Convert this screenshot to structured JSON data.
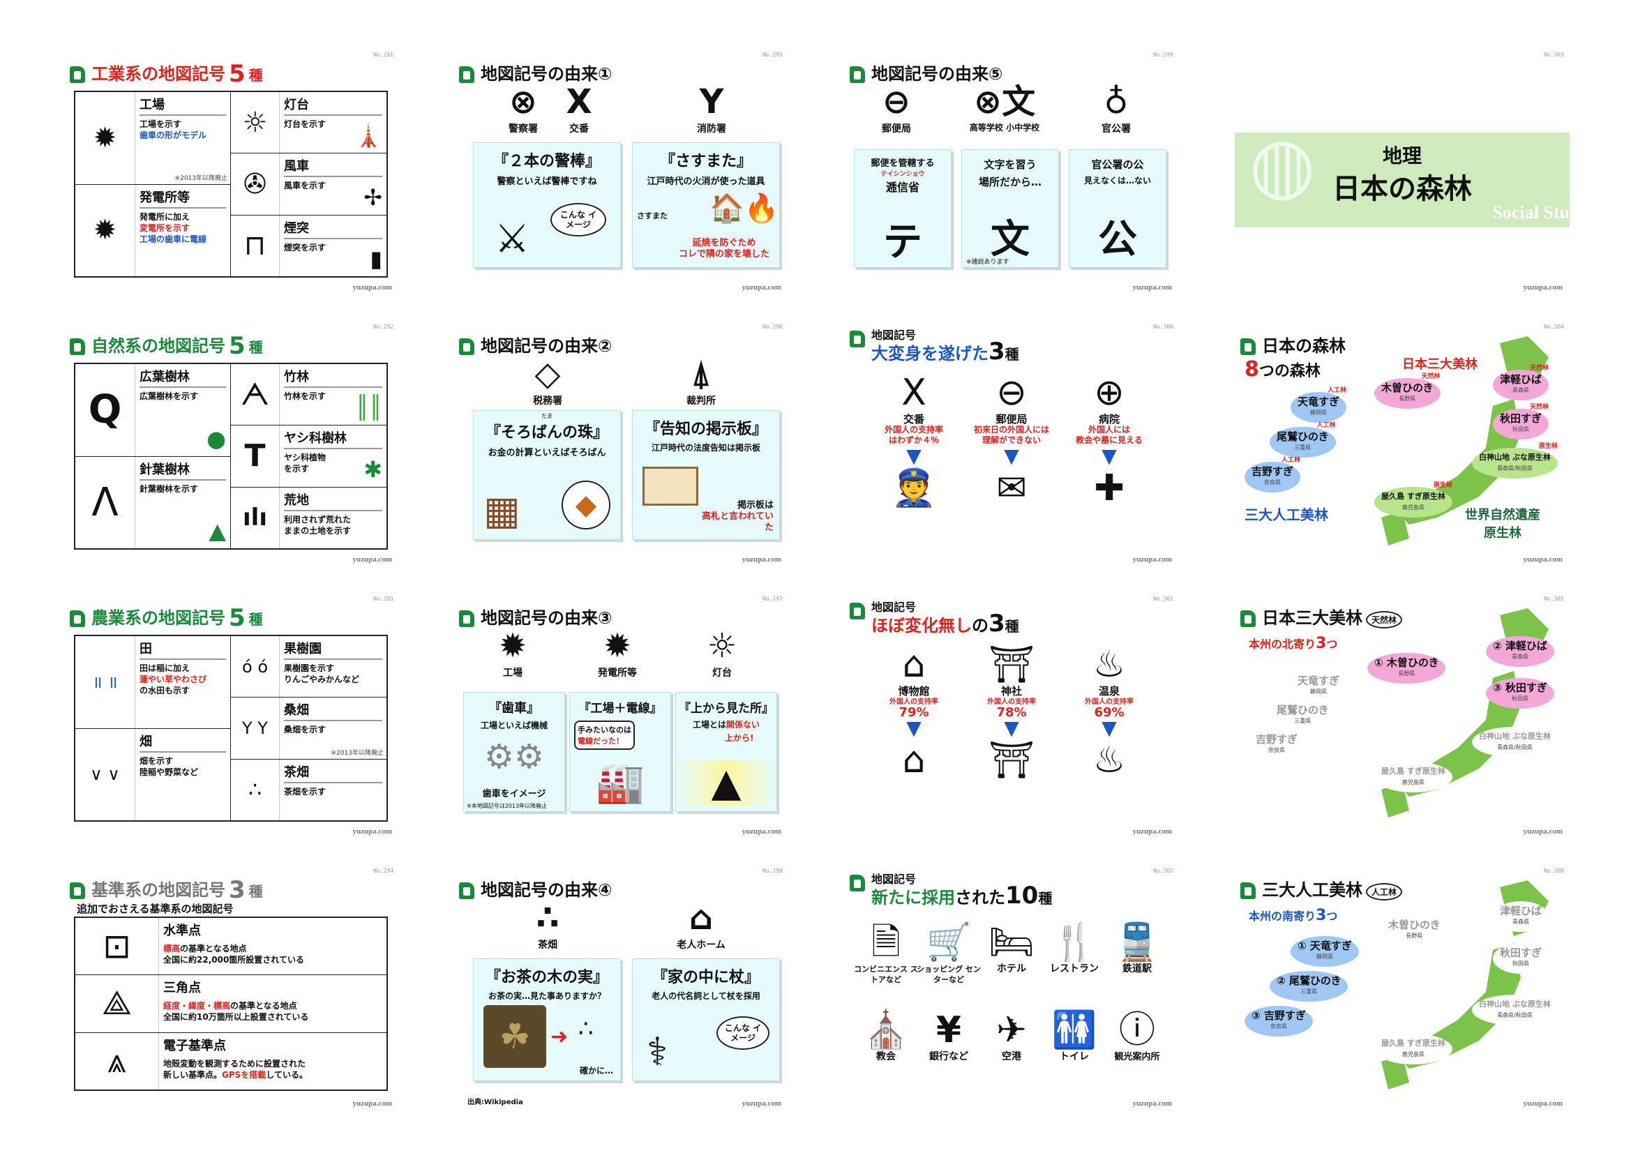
{
  "footer": "yuzupa.com",
  "c1": {
    "no": "No.291",
    "t1": "工業系の地図記号",
    "t2": "5",
    "t3": "種",
    "items": [
      {
        "name": "工場",
        "desc": "工場を示す",
        "desc2": "歯車の形がモデル",
        "note": "※2013年以降廃止",
        "sym": "✹"
      },
      {
        "name": "発電所等",
        "desc": "発電所に加え",
        "desc2": "変電所を示す",
        "desc3": "工場の歯車に電線",
        "sym": "✹"
      },
      {
        "name": "灯台",
        "desc": "灯台を示す",
        "sym": "☼"
      },
      {
        "name": "風車",
        "desc": "風車を示す",
        "sym": "✇"
      },
      {
        "name": "煙突",
        "desc": "煙突を示す",
        "sym": "⊓"
      }
    ]
  },
  "c2": {
    "no": "No.295",
    "title": "地図記号の由来①",
    "icons": [
      {
        "sym": "⊗",
        "lab": "警察署"
      },
      {
        "sym": "X",
        "lab": "交番"
      },
      {
        "sym": "Y",
        "lab": "消防署"
      }
    ],
    "b1": {
      "hd": "『２本の警棒』",
      "sb": "警察といえば警棒ですね",
      "bub": "こんな イメージ"
    },
    "b2": {
      "hd": "『さすまた』",
      "sb": "江戸時代の火消が使った道具",
      "lab": "さすまた",
      "cap1": "延焼を防ぐため",
      "cap2": "コレで隣の家を壊した"
    }
  },
  "c3": {
    "no": "No.299",
    "title": "地図記号の由来⑤",
    "icons": [
      {
        "sym": "⊖",
        "lab": "郵便局"
      },
      {
        "sym": "⊗文",
        "lab": "高等学校 小中学校"
      },
      {
        "sym": "♁",
        "lab": "官公署"
      }
    ],
    "b1": {
      "sb1": "郵便を管轄する",
      "ruby": "テイシンショウ",
      "sb2": "逓信省",
      "k": "テ"
    },
    "b2": {
      "sb1": "文字を習う",
      "sb2": "場所だから…",
      "k": "文",
      "note": "※諸説あります"
    },
    "b3": {
      "sb1": "官公署の公",
      "sb2": "見えなくは…ない",
      "k": "公"
    }
  },
  "c4": {
    "no": "No.303",
    "t1": "地理",
    "t2": "日本の森林",
    "wm": "Social Stu"
  },
  "c5": {
    "no": "No.292",
    "t1": "自然系の地図記号",
    "t2": "5",
    "t3": "種",
    "items": [
      {
        "name": "広葉樹林",
        "desc": "広葉樹林を示す",
        "sym": "Q"
      },
      {
        "name": "針葉樹林",
        "desc": "針葉樹林を示す",
        "sym": "Λ"
      },
      {
        "name": "竹林",
        "desc": "竹林を示す",
        "sym": "ᗅ"
      },
      {
        "name": "ヤシ科樹林",
        "desc": "ヤシ科植物",
        "desc2": "を示す",
        "sym": "T"
      },
      {
        "name": "荒地",
        "desc": "利用されず荒れた",
        "desc2": "ままの土地を示す",
        "sym": "ılı"
      }
    ]
  },
  "c6": {
    "no": "No.296",
    "title": "地図記号の由来②",
    "icons": [
      {
        "sym": "◇",
        "lab": "税務署"
      },
      {
        "sym": "⍋",
        "lab": "裁判所"
      }
    ],
    "b1": {
      "ruby": "たま",
      "hd": "『そろばんの珠』",
      "sb": "お金の計算といえばそろばん"
    },
    "b2": {
      "hd": "『告知の掲示板』",
      "sb": "江戸時代の法度告知は掲示板",
      "cap1": "掲示板は",
      "cap2": "高札と言われていた"
    }
  },
  "c7": {
    "no": "No.300",
    "l1": "地図記号",
    "l2a": "大変身を遂げた",
    "l2b": "3",
    "l2c": "種",
    "items": [
      {
        "sym": "X",
        "name": "交番",
        "d1": "外国人の支持率",
        "d2": "はわずか４％",
        "new": "👮"
      },
      {
        "sym": "⊖",
        "name": "郵便局",
        "d1": "初来日の外国人には",
        "d2": "理解ができない",
        "new": "✉"
      },
      {
        "sym": "⊕",
        "name": "病院",
        "d1": "外国人には",
        "d2": "教会や墓に見える",
        "new": "✚"
      }
    ]
  },
  "c8": {
    "no": "No.304",
    "t1": "日本の森林",
    "t2a": "8",
    "t2b": "つの森林",
    "three": "日本三大美林",
    "art": "三大人工美林",
    "heritage1": "世界自然遺産",
    "heritage2": "原生林",
    "pills": [
      {
        "n": "木曽ひのき",
        "s": "長野県",
        "tag": "天然林",
        "c": "pp"
      },
      {
        "n": "津軽ひば",
        "s": "青森県",
        "tag": "天然林",
        "c": "pp"
      },
      {
        "n": "秋田すぎ",
        "s": "秋田県",
        "tag": "天然林",
        "c": "pp"
      },
      {
        "n": "天竜すぎ",
        "s": "静岡県",
        "tag": "人工林",
        "c": "pb"
      },
      {
        "n": "尾鷲ひのき",
        "s": "三重県",
        "tag": "人工林",
        "c": "pb"
      },
      {
        "n": "吉野すぎ",
        "s": "奈良県",
        "tag": "人工林",
        "c": "pb"
      },
      {
        "n": "白神山地 ぶな原生林",
        "s": "青森県/秋田県",
        "tag": "原生林",
        "c": "pg"
      },
      {
        "n": "屋久島 すぎ原生林",
        "s": "鹿児島県",
        "tag": "原生林",
        "c": "pg"
      }
    ]
  },
  "c9": {
    "no": "No.293",
    "t1": "農業系の地図記号",
    "t2": "5",
    "t3": "種",
    "items": [
      {
        "name": "田",
        "desc": "田は稲に加え",
        "desc2": "蓮やい草やわさび",
        "desc3": "の水田も示す",
        "sym": "॥ ॥"
      },
      {
        "name": "畑",
        "desc": "畑を示す",
        "desc2": "陸稲や野菜など",
        "sym": "∨ ∨"
      },
      {
        "name": "果樹園",
        "desc": "果樹園を示す",
        "desc2": "りんごやみかんなど",
        "sym": "ó ó"
      },
      {
        "name": "桑畑",
        "desc": "桑畑を示す",
        "note": "※2013年以降廃止",
        "sym": "Y Y"
      },
      {
        "name": "茶畑",
        "desc": "茶畑を示す",
        "sym": "∴"
      }
    ]
  },
  "c10": {
    "no": "No.297",
    "title": "地図記号の由来③",
    "icons": [
      {
        "sym": "✹",
        "lab": "工場"
      },
      {
        "sym": "✹",
        "lab": "発電所等"
      },
      {
        "sym": "☼",
        "lab": "灯台"
      }
    ],
    "b1": {
      "hd": "『歯車』",
      "sb": "工場といえば機械",
      "cap": "歯車をイメージ",
      "note": "※本地図記号は2013年以降廃止"
    },
    "b2": {
      "hd": "『工場＋電線』",
      "bub1": "手みたいなのは",
      "bub2": "電線だった！"
    },
    "b3": {
      "hd": "『上から見た所』",
      "sb1": "工場とは",
      "sb2": "関係ない",
      "up": "上から!"
    }
  },
  "c11": {
    "no": "No.301",
    "l1": "地図記号",
    "l2a": "ほぼ変化無し",
    "l2b": "の",
    "l2c": "3",
    "l2d": "種",
    "items": [
      {
        "sym": "⌂",
        "name": "博物館",
        "d1": "外国人の支持率",
        "d2": "79%"
      },
      {
        "sym": "⛩",
        "name": "神社",
        "d1": "外国人の支持率",
        "d2": "78%"
      },
      {
        "sym": "♨",
        "name": "温泉",
        "d1": "外国人の支持率",
        "d2": "69%"
      }
    ]
  },
  "c12": {
    "no": "No.305",
    "t1": "日本三大美林",
    "tag": "天然林",
    "sub1": "本州の北寄り",
    "sub2": "3",
    "sub3": "つ",
    "pills": [
      {
        "n": "① 木曽ひのき",
        "s": "長野県"
      },
      {
        "n": "② 津軽ひば",
        "s": "青森県"
      },
      {
        "n": "③ 秋田すぎ",
        "s": "秋田県"
      },
      {
        "n": "天竜すぎ",
        "s": "静岡県"
      },
      {
        "n": "尾鷲ひのき",
        "s": "三重県"
      },
      {
        "n": "吉野すぎ",
        "s": "奈良県"
      },
      {
        "n": "白神山地 ぶな原生林",
        "s": "青森県/秋田県"
      },
      {
        "n": "屋久島 すぎ原生林",
        "s": "鹿児島県"
      }
    ]
  },
  "c13": {
    "no": "No.294",
    "t1": "基準系の地図記号",
    "t2": "3",
    "t3": "種",
    "sub": "追加でおさえる基準系の地図記号",
    "items": [
      {
        "sym": "⊡",
        "name": "水準点",
        "d1a": "標高",
        "d1b": "の基準となる地点",
        "d2": "全国に約22,000箇所設置されている"
      },
      {
        "sym": "⟁",
        "name": "三角点",
        "d1a": "経度・緯度・標高",
        "d1b": "の基準となる地点",
        "d2": "全国に約10万箇所以上設置されている"
      },
      {
        "sym": "⩓",
        "name": "電子基準点",
        "d1a": "地殻変動を観測するために設置された",
        "d1b": "",
        "d2a": "新しい基準点。",
        "d2b": "GPSを搭載",
        "d2c": "している。"
      }
    ]
  },
  "c14": {
    "no": "No.298",
    "title": "地図記号の由来④",
    "icons": [
      {
        "sym": "∴",
        "lab": "茶畑"
      },
      {
        "sym": "⌂",
        "lab": "老人ホーム"
      }
    ],
    "b1": {
      "hd": "『お茶の木の実』",
      "sb": "お茶の実…見た事ありますか？",
      "cap": "確かに…"
    },
    "b2": {
      "hd": "『家の中に杖』",
      "sb": "老人の代名詞として杖を採用",
      "bub": "こんな イメージ"
    },
    "credit": "出典:Wikipedia"
  },
  "c15": {
    "no": "No.302",
    "l1": "地図記号",
    "l2a": "新たに採用",
    "l2b": "された",
    "l2c": "10",
    "l2d": "種",
    "items": [
      {
        "sym": "🗎",
        "name": "コンビニエンス ストアなど"
      },
      {
        "sym": "🛒",
        "name": "ショッピング センターなど"
      },
      {
        "sym": "🛏",
        "name": "ホテル"
      },
      {
        "sym": "🍴",
        "name": "レストラン"
      },
      {
        "sym": "🚆",
        "name": "鉄道駅"
      },
      {
        "sym": "⛪",
        "name": "教会"
      },
      {
        "sym": "¥",
        "name": "銀行など"
      },
      {
        "sym": "✈",
        "name": "空港"
      },
      {
        "sym": "🚻",
        "name": "トイレ"
      },
      {
        "sym": "ⓘ",
        "name": "観光案内所"
      }
    ]
  },
  "c16": {
    "no": "No.306",
    "t1": "三大人工美林",
    "tag": "人工林",
    "sub1": "本州の南寄り",
    "sub2": "3",
    "sub3": "つ",
    "pills": [
      {
        "n": "① 天竜すぎ",
        "s": "静岡県"
      },
      {
        "n": "② 尾鷲ひのき",
        "s": "三重県"
      },
      {
        "n": "③ 吉野すぎ",
        "s": "奈良県"
      },
      {
        "n": "木曽ひのき",
        "s": "長野県"
      },
      {
        "n": "津軽ひば",
        "s": "青森県"
      },
      {
        "n": "秋田すぎ",
        "s": "秋田県"
      },
      {
        "n": "白神山地 ぶな原生林",
        "s": "青森県/秋田県"
      },
      {
        "n": "屋久島 すぎ原生林",
        "s": "鹿児島県"
      }
    ]
  }
}
